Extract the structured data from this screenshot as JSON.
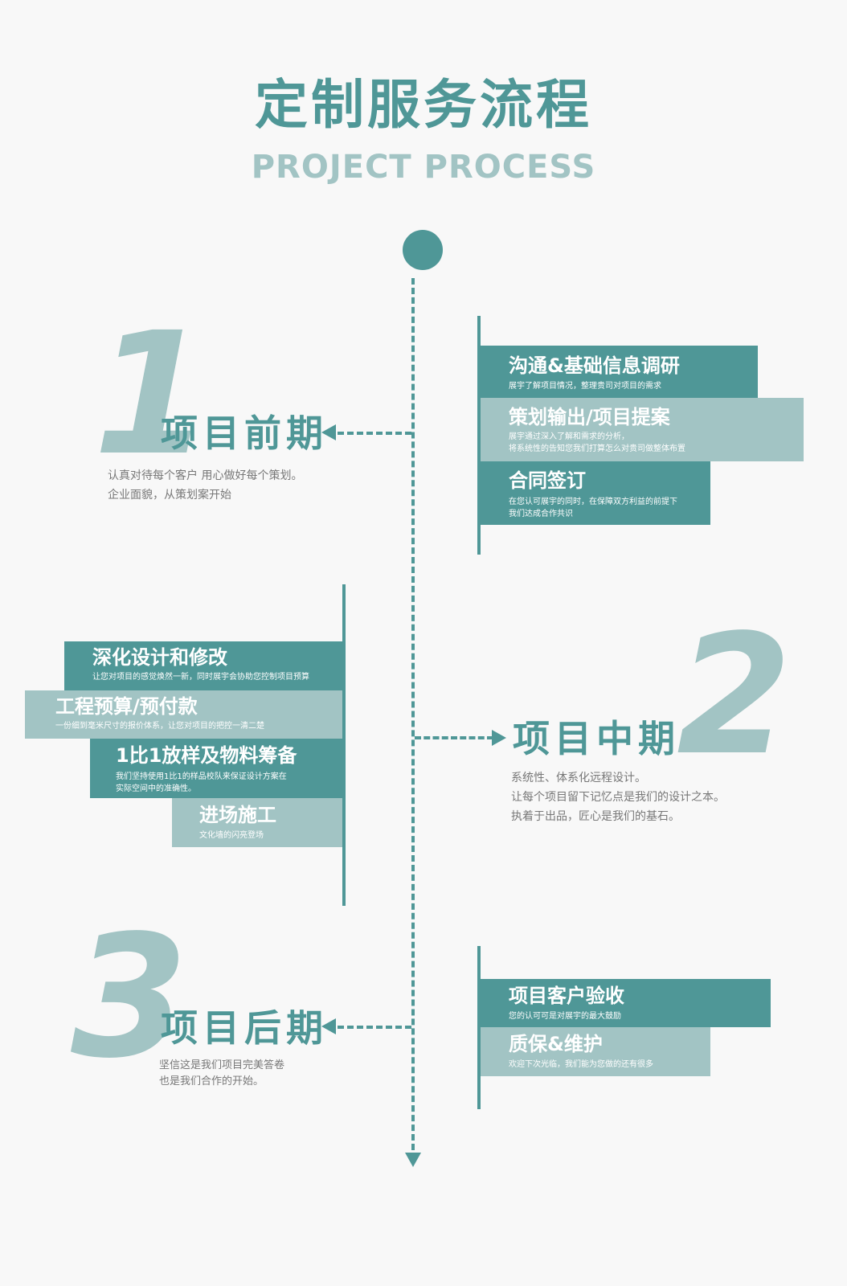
{
  "header": {
    "title": "定制服务流程",
    "subtitle": "PROJECT PROCESS"
  },
  "colors": {
    "primary": "#4f9797",
    "light": "#a2c4c4",
    "background": "#f8f8f8"
  },
  "phase1": {
    "number": "1",
    "title": "项目前期",
    "desc": [
      "认真对待每个客户   用心做好每个策划。",
      "企业面貌，从策划案开始"
    ],
    "steps": [
      {
        "title": "沟通&基础信息调研",
        "lines": [
          "展宇了解项目情况，整理贵司对项目的需求"
        ]
      },
      {
        "title": "策划输出/项目提案",
        "lines": [
          "展宇通过深入了解和需求的分析，",
          "将系统性的告知您我们打算怎么对贵司做整体布置"
        ]
      },
      {
        "title": "合同签订",
        "lines": [
          "在您认可展宇的同时，在保障双方利益的前提下",
          "我们达成合作共识"
        ]
      }
    ]
  },
  "phase2": {
    "number": "2",
    "title": "项目中期",
    "desc": [
      "系统性、体系化远程设计。",
      "让每个项目留下记忆点是我们的设计之本。",
      "执着于出品，匠心是我们的基石。"
    ],
    "steps": [
      {
        "title": "深化设计和修改",
        "lines": [
          "让您对项目的感觉焕然一新，同时展宇会协助您控制项目预算"
        ]
      },
      {
        "title": "工程预算/预付款",
        "lines": [
          "一份细到毫米尺寸的报价体系，让您对项目的把控一清二楚"
        ]
      },
      {
        "title": "1比1放样及物料筹备",
        "lines": [
          "我们坚持使用1比1的样品校队来保证设计方案在",
          "实际空间中的准确性。"
        ]
      },
      {
        "title": "进场施工",
        "lines": [
          "文化墙的闪亮登场"
        ]
      }
    ]
  },
  "phase3": {
    "number": "3",
    "title": "项目后期",
    "desc": [
      "坚信这是我们项目完美答卷",
      "也是我们合作的开始。"
    ],
    "steps": [
      {
        "title": "项目客户验收",
        "lines": [
          "您的认可可是对展宇的最大鼓励"
        ]
      },
      {
        "title": "质保&维护",
        "lines": [
          "欢迎下次光临，我们能为您做的还有很多"
        ]
      }
    ]
  }
}
